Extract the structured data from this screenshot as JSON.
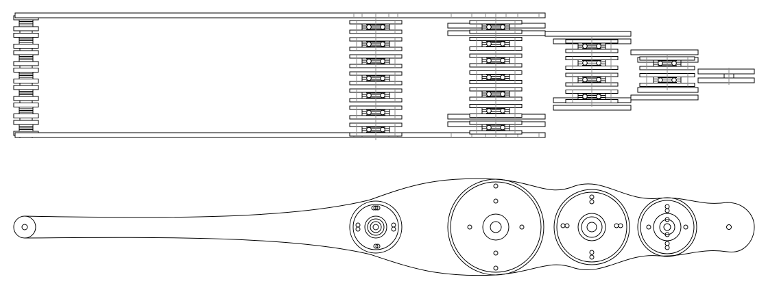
{
  "drawing": {
    "views": [
      "side-view",
      "top-view"
    ],
    "colors": {
      "background": "#ffffff",
      "line": "#000000",
      "hidden_line": "#888888"
    },
    "side_view": {
      "stages": [
        "base-column",
        "joint-1",
        "joint-2",
        "joint-3",
        "joint-4",
        "tip-link"
      ]
    },
    "top_view": {
      "joints": [
        "base-pin",
        "small-joint",
        "large-joint",
        "medium-joint",
        "end-joint",
        "tip-pin"
      ]
    }
  }
}
